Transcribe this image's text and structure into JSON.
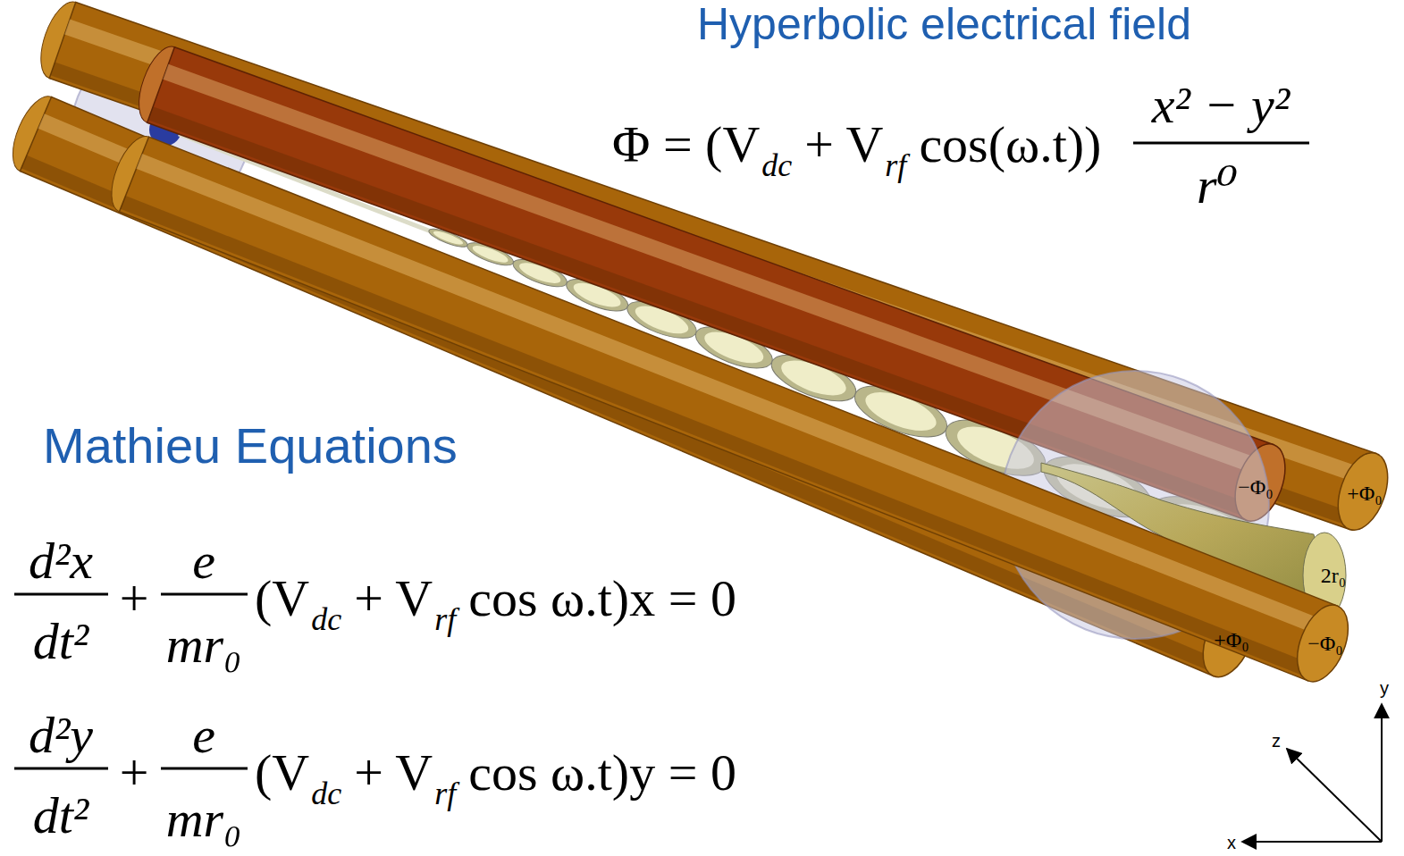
{
  "diagram": {
    "labels": [
      "Hyperbolic electrical field",
      "Φ = (V",
      "dc",
      "+ V",
      "rf",
      "cos(ω.t))",
      "x² − y²",
      "r⁰",
      "Mathieu Equations",
      "d²x",
      "dt²",
      "+",
      "e",
      "mr₀",
      "(V",
      "dc",
      "+ V",
      "rf",
      "cos ω.t)x = 0",
      "d²y",
      "dt²",
      "+",
      "e",
      "mr₀",
      "(V",
      "dc",
      "+ V",
      "rf",
      "cos ω.t)y = 0",
      "−Φ₀",
      "+Φ₀",
      "+Φ₀",
      "−Φ₀",
      "2r₀",
      "y",
      "z",
      "x"
    ]
  }
}
